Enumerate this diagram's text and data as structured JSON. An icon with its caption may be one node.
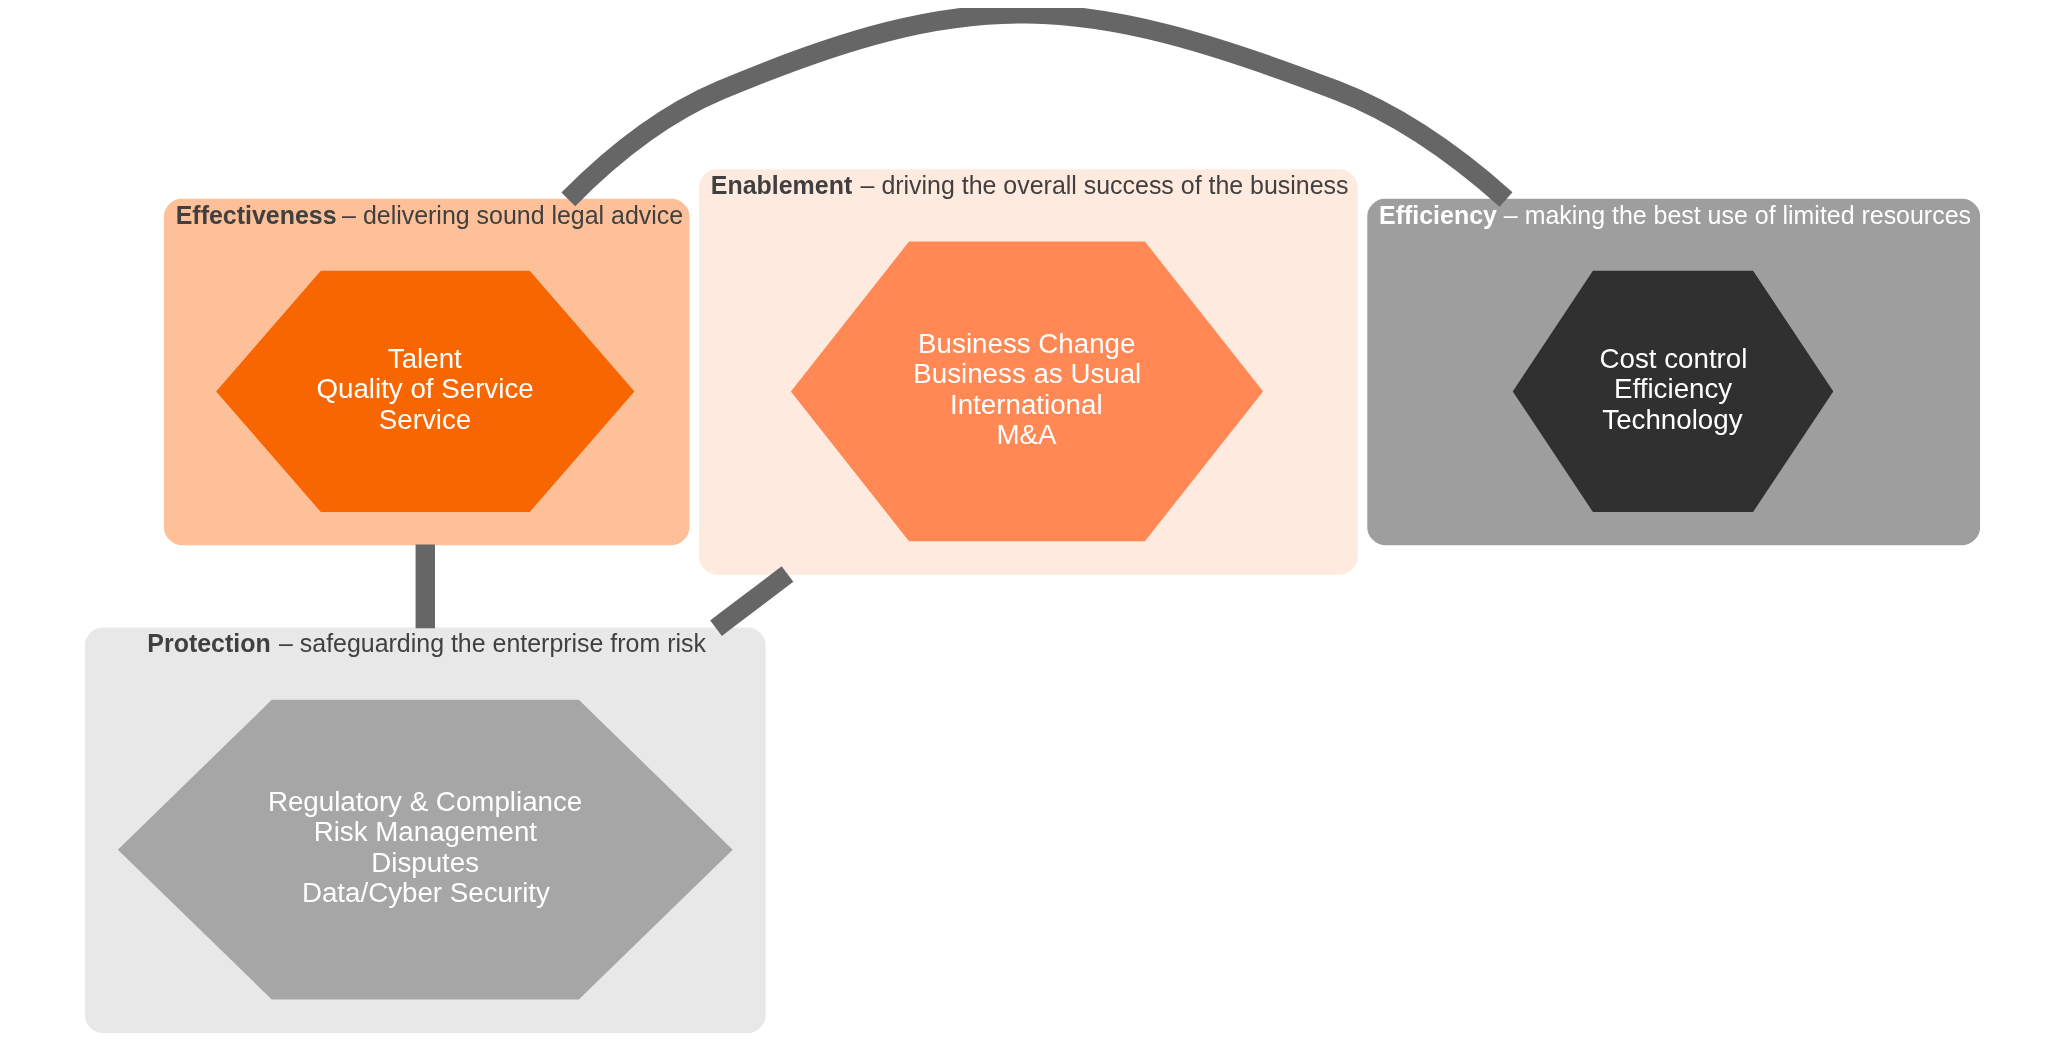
{
  "diagram": {
    "nodes": [
      {
        "text": [
          "**Effectiveness** – delivering sound legal advice"
        ]
      },
      {
        "text": [
          "Talent",
          "Quality of Service",
          "Service"
        ],
        "in": 0
      },
      {
        "text": [
          "**Efficiency** – making the best use of limited resources"
        ]
      },
      {
        "text": [
          "Cost control",
          "Efficiency",
          "Technology"
        ],
        "in": 2
      },
      {
        "text": [
          "**Protection** – safeguarding the enterprise from risk"
        ]
      },
      {
        "text": [
          "Regulatory & Compliance",
          "Risk Management",
          "Disputes",
          "Data/Cyber Security"
        ],
        "in": 4
      },
      {
        "text": [
          "**Enablement** – driving the overall success of the business"
        ]
      },
      {
        "text": [
          "Business Change",
          "Business as Usual",
          "International",
          "M&A"
        ],
        "in": 6
      }
    ],
    "edges": [
      {
        "from": 0,
        "to": 2,
        "arrow": "none"
      },
      {
        "from": 0,
        "to": 4,
        "arrow": "none"
      },
      {
        "from": 4,
        "to": 6,
        "arrow": "none"
      }
    ]
  }
}
